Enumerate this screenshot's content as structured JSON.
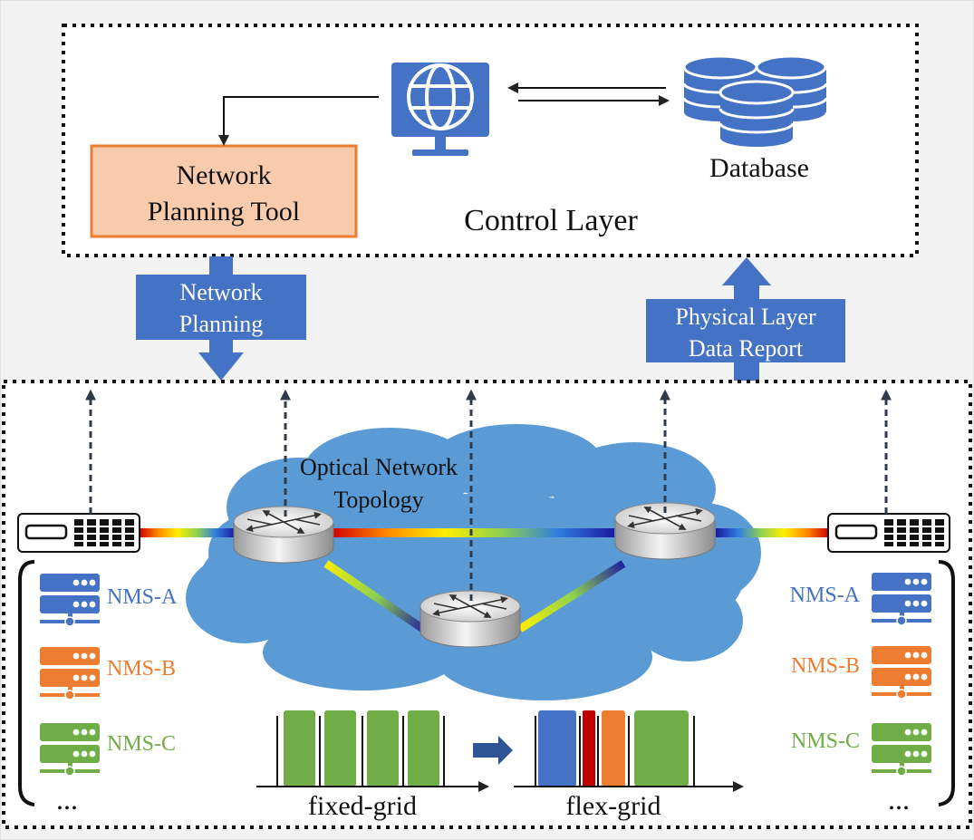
{
  "window_controls": {
    "minimize": "–",
    "maximize": "▢",
    "close": "✕"
  },
  "control_layer": {
    "label": "Control Layer",
    "planning_tool": [
      "Network",
      "Planning Tool"
    ],
    "database_label": "Database"
  },
  "arrows": {
    "network_planning": [
      "Network",
      "Planning"
    ],
    "physical_report": [
      "Physical Layer",
      "Data Report"
    ]
  },
  "topology": {
    "label": [
      "Optical Network",
      "Topology"
    ]
  },
  "nms": {
    "left": [
      "NMS-A",
      "NMS-B",
      "NMS-C"
    ],
    "right": [
      "NMS-A",
      "NMS-B",
      "NMS-C"
    ],
    "more": "...",
    "colors": {
      "A": "#4472c4",
      "B": "#ed7d31",
      "C": "#70ad47"
    }
  },
  "grids": {
    "fixed": "fixed-grid",
    "flex": "flex-grid"
  },
  "colors": {
    "accent_blue": "#4472c4",
    "cloud": "#5b9bd5",
    "tool_fill": "#f8cbad",
    "tool_border": "#ed7d31",
    "bar_green": "#70ad47",
    "bar_red": "#c00000",
    "bar_orange": "#ed7d31",
    "bar_blue": "#4472c4"
  }
}
